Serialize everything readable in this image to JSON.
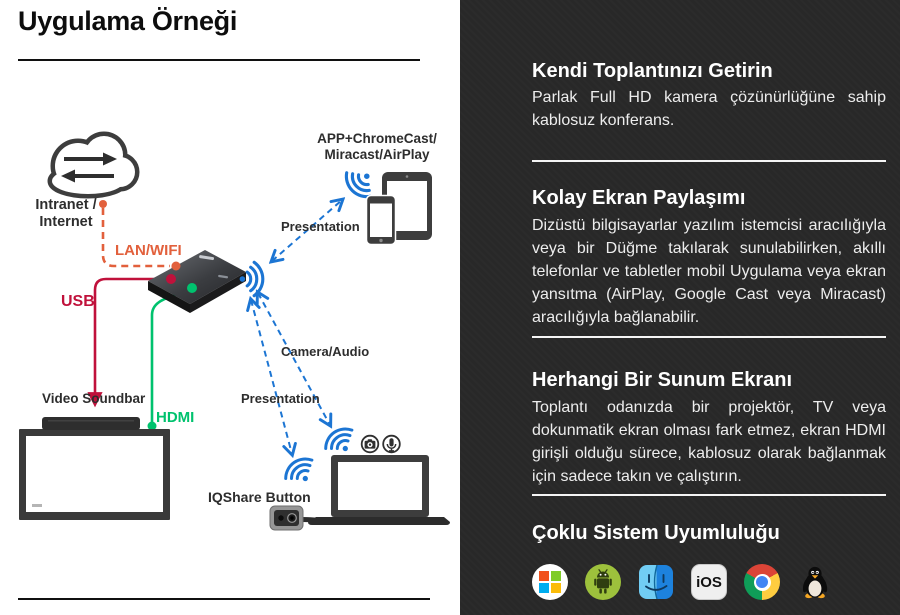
{
  "page_title": "Uygulama Örneği",
  "diagram": {
    "labels": {
      "intranet": "Intranet /\nInternet",
      "lan_wifi": "LAN/WIFI",
      "usb": "USB",
      "hdmi": "HDMI",
      "video_soundbar": "Video Soundbar",
      "app_cast": "APP+ChromeCast/\nMiracast/AirPlay",
      "presentation_top": "Presentation",
      "camera_audio": "Camera/Audio",
      "presentation_bottom": "Presentation",
      "iqshare_button": "IQShare Button"
    },
    "colors": {
      "lan_wifi": "#e2603c",
      "usb": "#c0113b",
      "hdmi": "#00c26e",
      "wireless": "#1c75d3"
    }
  },
  "info_panel": {
    "background": "#282828",
    "sections": [
      {
        "heading": "Kendi Toplantınızı Getirin",
        "body": "Parlak Full HD kamera çözünürlüğüne sahip kablosuz konferans."
      },
      {
        "heading": "Kolay Ekran Paylaşımı",
        "body": "Dizüstü bilgisayarlar yazılım istemcisi aracılığıyla veya bir Düğme takılarak sunulabilirken, akıllı telefonlar ve tabletler mobil Uygulama veya ekran yansıtma (AirPlay, Google Cast veya Miracast) aracılığıyla bağlanabilir."
      },
      {
        "heading": "Herhangi Bir Sunum Ekranı",
        "body": "Toplantı odanızda bir projektör, TV veya dokunmatik ekran olması fark etmez, ekran HDMI girişli olduğu sürece, kablosuz olarak bağlanmak için sadece takın ve çalıştırın."
      },
      {
        "heading": "Çoklu Sistem Uyumluluğu",
        "body": ""
      }
    ],
    "os_row": {
      "icons": [
        "windows-icon",
        "android-icon",
        "macos-finder-icon",
        "ios-icon",
        "chrome-icon",
        "linux-tux-icon"
      ],
      "ios_label": "iOS"
    }
  }
}
